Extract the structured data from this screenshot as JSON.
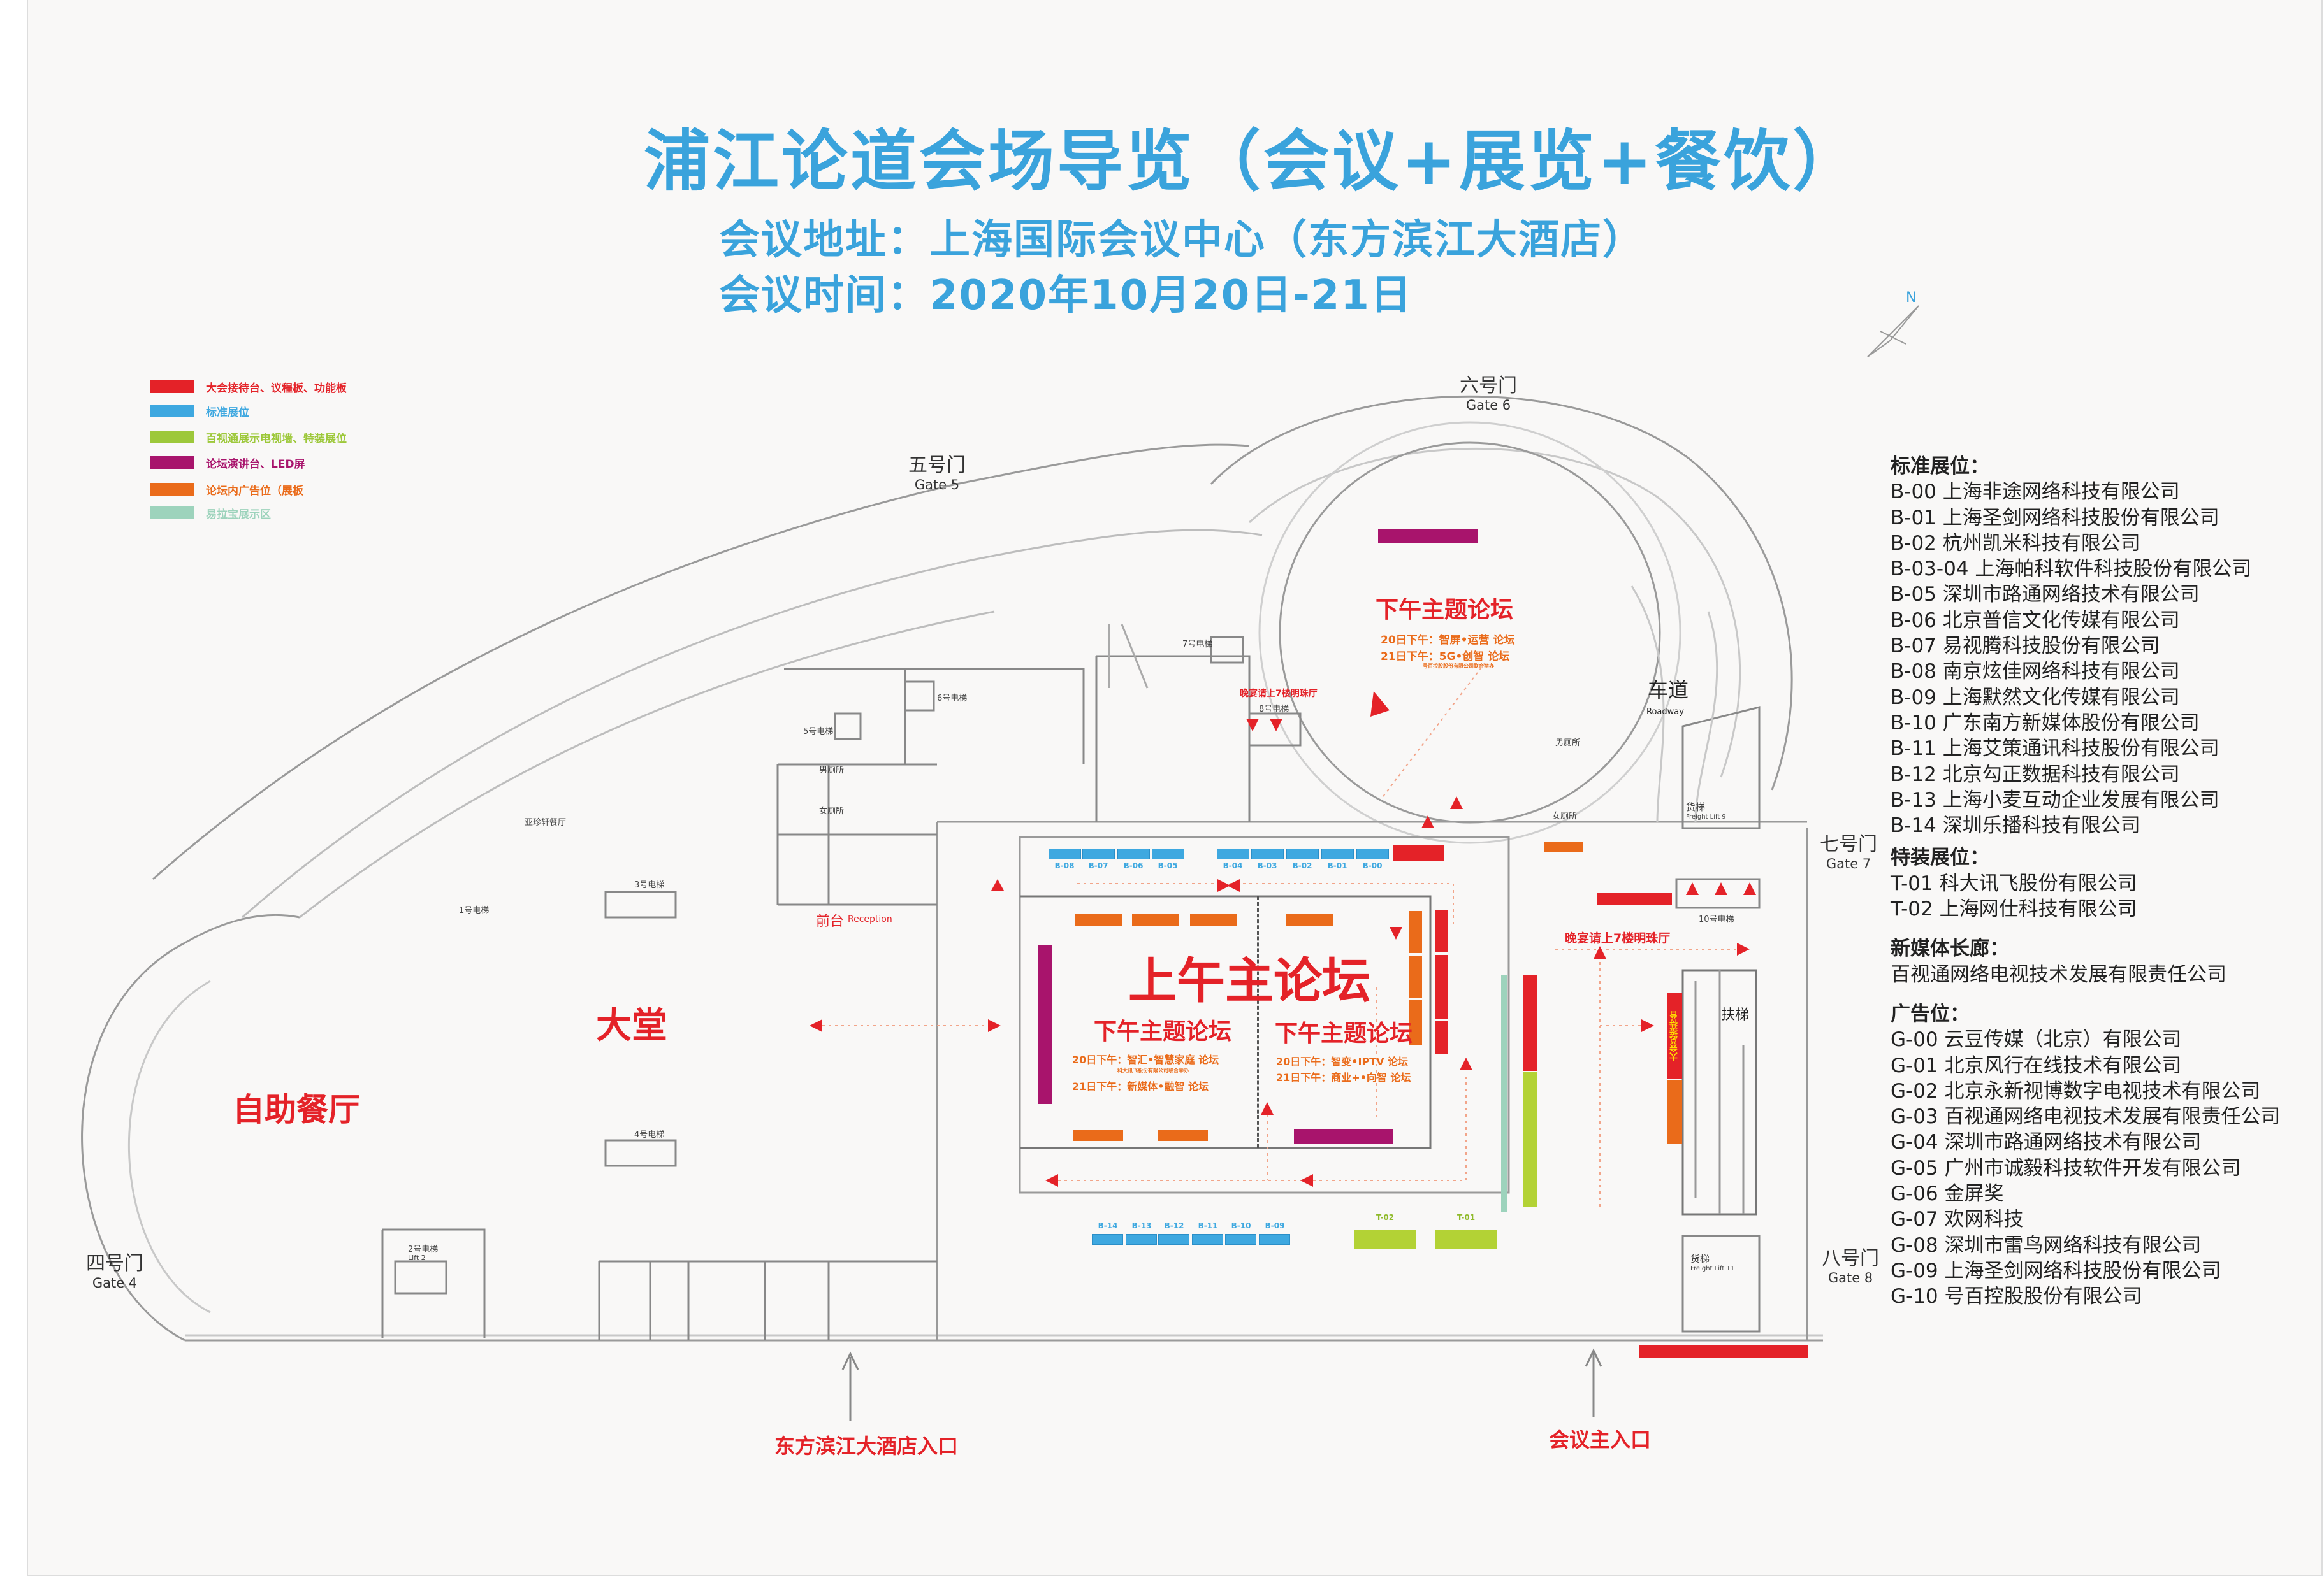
{
  "header": {
    "title": "浦江论道会场导览（会议+展览+餐饮）",
    "address": "会议地址：上海国际会议中心（东方滨江大酒店）",
    "time": "会议时间：2020年10月20日-21日"
  },
  "compass": {
    "label": "N"
  },
  "legend": [
    {
      "label": "大会接待台、议程板、功能板",
      "color": "#e42228"
    },
    {
      "label": "标准展位",
      "color": "#3ea8e0"
    },
    {
      "label": "百视通展示电视墙、特装展位",
      "color": "#9dc83a"
    },
    {
      "label": "论坛演讲台、LED屏",
      "color": "#a8146c"
    },
    {
      "label": "论坛内广告位（展板",
      "color": "#ea6b1a"
    },
    {
      "label": "易拉宝展示区",
      "color": "#9dd3bc"
    }
  ],
  "gates": {
    "gate6": {
      "cn": "六号门",
      "en": "Gate 6"
    },
    "gate5": {
      "cn": "五号门",
      "en": "Gate 5"
    },
    "gate7": {
      "cn": "七号门",
      "en": "Gate 7"
    },
    "gate8": {
      "cn": "八号门",
      "en": "Gate 8"
    },
    "gate4": {
      "cn": "四号门",
      "en": "Gate 4"
    }
  },
  "areas": {
    "lobby": "大堂",
    "buffet": "自助餐厅",
    "roadway_cn": "车道",
    "roadway_en": "Roadway",
    "reception_cn": "前台",
    "reception_en": "Reception",
    "escalator": "扶梯",
    "checkin_desk": "大会总接待台",
    "dinner_note": "晚宴请上7楼明珠厅",
    "restaurant": "亚珍轩餐厅",
    "mens_room": "男厕所",
    "womens_room": "女厕所"
  },
  "lifts": {
    "l1": "1号电梯",
    "l2": "2号电梯",
    "l2_en": "Lift 2",
    "l3": "3号电梯",
    "l4": "4号电梯",
    "l5": "5号电梯",
    "l6": "6号电梯",
    "l7": "7号电梯",
    "l8": "8号电梯",
    "l10": "10号电梯",
    "freight": "货梯",
    "freight9_en": "Freight Lift 9",
    "freight11_en": "Freight Lift 11"
  },
  "entrances": {
    "hotel": "东方滨江大酒店入口",
    "main": "会议主入口"
  },
  "forums": {
    "morning": "上午主论坛",
    "left": {
      "title": "下午主题论坛",
      "line1": "20日下午：智汇•智慧家庭 论坛",
      "sponsor": "科大讯飞股份有限公司联合举办",
      "line2": "21日下午：新媒体•融智 论坛"
    },
    "right": {
      "title": "下午主题论坛",
      "line1": "20日下午：智变•IPTV 论坛",
      "line2": "21日下午：商业+•向智 论坛"
    },
    "circle": {
      "title": "下午主题论坛",
      "line1": "20日下午：智屏•运营 论坛",
      "line2": "21日下午：5G•创智 论坛",
      "sponsor": "号百控股股份有限公司联合举办"
    }
  },
  "booths_top": [
    "B-08",
    "B-07",
    "B-06",
    "B-05",
    "B-04",
    "B-03",
    "B-02",
    "B-01",
    "B-00"
  ],
  "booths_bottom": [
    "B-14",
    "B-13",
    "B-12",
    "B-11",
    "B-10",
    "B-09"
  ],
  "special_booths": [
    "T-02",
    "T-01"
  ],
  "exhibitors": {
    "standard": {
      "heading": "标准展位：",
      "items": [
        "B-00 上海非途网络科技有限公司",
        "B-01 上海圣剑网络科技股份有限公司",
        "B-02 杭州凯米科技有限公司",
        "B-03-04 上海帕科软件科技股份有限公司",
        "B-05 深圳市路通网络技术有限公司",
        "B-06 北京普信文化传媒有限公司",
        "B-07 易视腾科技股份有限公司",
        "B-08 南京炫佳网络科技有限公司",
        "B-09 上海默然文化传媒有限公司",
        "B-10 广东南方新媒体股份有限公司",
        "B-11 上海艾策通讯科技股份有限公司",
        "B-12 北京勾正数据科技有限公司",
        "B-13 上海小麦互动企业发展有限公司",
        "B-14 深圳乐播科技有限公司"
      ]
    },
    "special": {
      "heading": "特装展位：",
      "items": [
        "T-01 科大讯飞股份有限公司",
        "T-02 上海网仕科技有限公司"
      ]
    },
    "new_media": {
      "heading": "新媒体长廊：",
      "items": [
        " 百视通网络电视技术发展有限责任公司"
      ]
    },
    "ads": {
      "heading": "广告位：",
      "items": [
        "G-00 云豆传媒（北京）有限公司",
        "G-01 北京风行在线技术有限公司",
        "G-02 北京永新视博数字电视技术有限公司",
        "G-03 百视通网络电视技术发展有限责任公司",
        "G-04 深圳市路通网络技术有限公司",
        "G-05 广州市诚毅科技软件开发有限公司",
        "G-06 金屏奖",
        "G-07 欢网科技",
        "G-08 深圳市雷鸟网络科技有限公司",
        "G-09 上海圣剑网络科技股份有限公司",
        "G-10 号百控股股份有限公司"
      ]
    }
  },
  "colors": {
    "title": "#3aa3dc",
    "red": "#e42228",
    "blue": "#3ea8e0",
    "green": "#b3d235",
    "purple": "#a8146c",
    "orange": "#ea6b1a",
    "mint": "#9dd3bc"
  }
}
